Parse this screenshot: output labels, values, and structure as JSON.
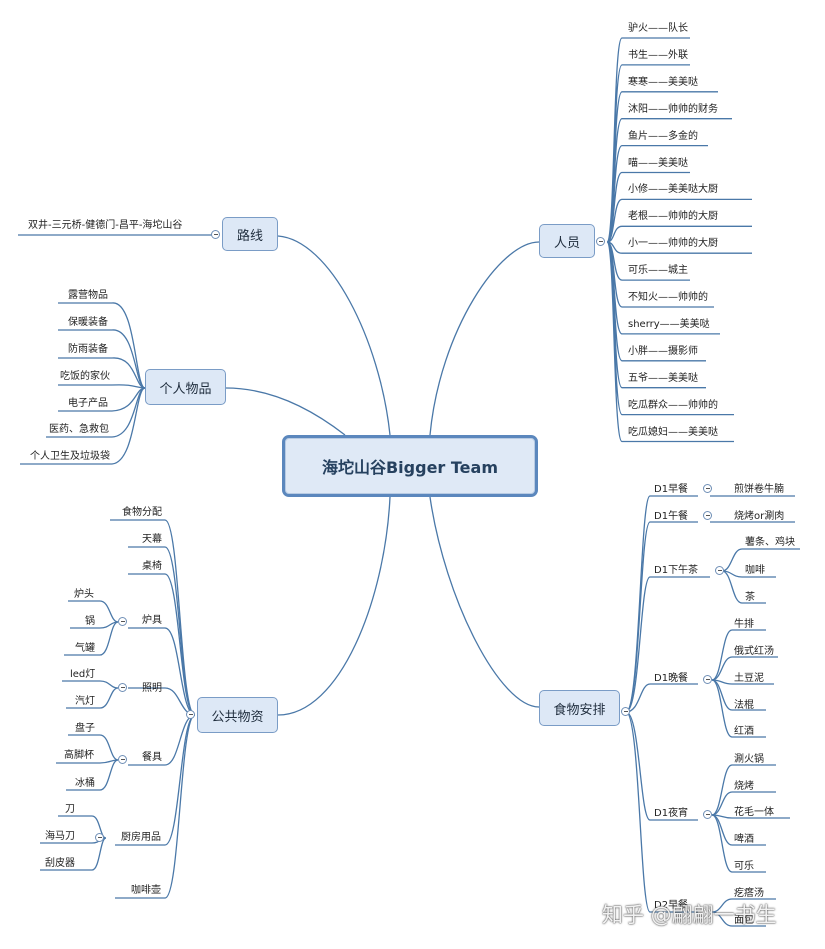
{
  "center": "海坨山谷Bigger Team",
  "route": {
    "title": "路线",
    "path": "双井-三元桥-健德门-昌平-海坨山谷"
  },
  "personal": {
    "title": "个人物品",
    "items": [
      "露营物品",
      "保暖装备",
      "防雨装备",
      "吃饭的家伙",
      "电子产品",
      "医药、急救包",
      "个人卫生及垃圾袋"
    ]
  },
  "public": {
    "title": "公共物资",
    "food_alloc": "食物分配",
    "canopy": "天幕",
    "tables": "桌椅",
    "stove": {
      "label": "炉具",
      "children": [
        "炉头",
        "锅",
        "气罐"
      ]
    },
    "lighting": {
      "label": "照明",
      "children": [
        "led灯",
        "汽灯"
      ]
    },
    "tableware": {
      "label": "餐具",
      "children": [
        "盘子",
        "高脚杯",
        "冰桶"
      ]
    },
    "kitchen": {
      "label": "厨房用品",
      "children": [
        "刀",
        "海马刀",
        "刮皮器"
      ]
    },
    "coffee_pot": "咖啡壶"
  },
  "people": {
    "title": "人员",
    "members": [
      "驴火——队长",
      "书生——外联",
      "寒寒——美美哒",
      "沐阳——帅帅的财务",
      "鱼片——多金的",
      "喵——美美哒",
      "小修——美美哒大厨",
      "老根——帅帅的大厨",
      "小一——帅帅的大厨",
      "可乐——城主",
      "不知火——帅帅的",
      "sherry——美美哒",
      "小胖——摄影师",
      "五爷——美美哒",
      "吃瓜群众——帅帅的",
      "吃瓜媳妇——美美哒"
    ]
  },
  "food": {
    "title": "食物安排",
    "breakfast": {
      "label": "D1早餐",
      "children": [
        "煎饼卷牛腩"
      ]
    },
    "lunch": {
      "label": "D1午餐",
      "children": [
        "烧烤or涮肉"
      ]
    },
    "tea": {
      "label": "D1下午茶",
      "children": [
        "薯条、鸡块",
        "咖啡",
        "茶"
      ]
    },
    "dinner": {
      "label": "D1晚餐",
      "children": [
        "牛排",
        "俄式红汤",
        "土豆泥",
        "法棍",
        "红酒"
      ]
    },
    "night": {
      "label": "D1夜宵",
      "children": [
        "涮火锅",
        "烧烤",
        "花毛一体",
        "啤酒",
        "可乐"
      ]
    },
    "d2": {
      "label": "D2早餐",
      "children": [
        "疙瘩汤",
        "面包"
      ]
    }
  },
  "watermark": "知乎 @翩翩一书生"
}
